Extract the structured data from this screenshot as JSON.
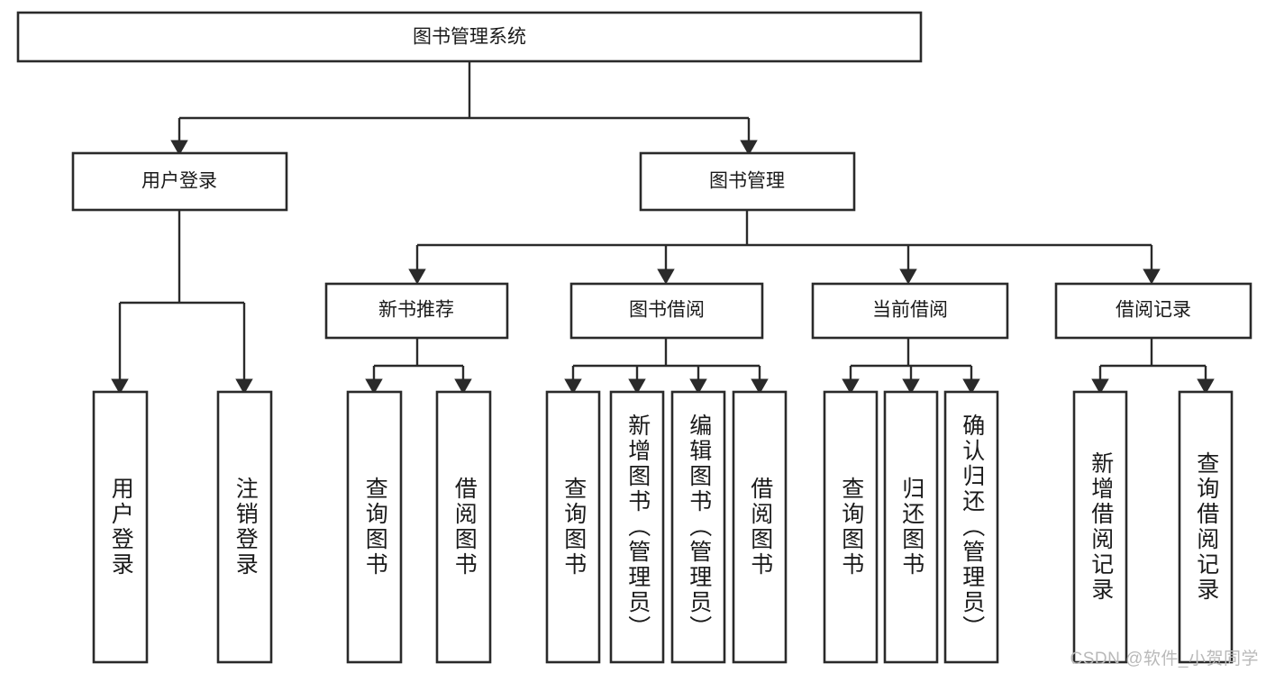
{
  "diagram": {
    "type": "tree",
    "title": "图书管理系统",
    "root": {
      "label": "图书管理系统"
    },
    "level1": [
      {
        "label": "用户登录"
      },
      {
        "label": "图书管理"
      }
    ],
    "level2": [
      {
        "label": "新书推荐",
        "parent": "图书管理"
      },
      {
        "label": "图书借阅",
        "parent": "图书管理"
      },
      {
        "label": "当前借阅",
        "parent": "图书管理"
      },
      {
        "label": "借阅记录",
        "parent": "图书管理"
      }
    ],
    "leaves": {
      "user_login": [
        {
          "label": "用户登录"
        },
        {
          "label": "注销登录"
        }
      ],
      "new_book_recommend": [
        {
          "label": "查询图书"
        },
        {
          "label": "借阅图书"
        }
      ],
      "book_borrow": [
        {
          "label": "查询图书"
        },
        {
          "label": "新增图书（管理员）"
        },
        {
          "label": "编辑图书（管理员）"
        },
        {
          "label": "借阅图书"
        }
      ],
      "current_borrow": [
        {
          "label": "查询图书"
        },
        {
          "label": "归还图书"
        },
        {
          "label": "确认归还（管理员）"
        }
      ],
      "borrow_record": [
        {
          "label": "新增借阅记录"
        },
        {
          "label": "查询借阅记录"
        }
      ]
    }
  },
  "watermark": {
    "text": "CSDN @软件_小贺同学"
  },
  "colors": {
    "box_stroke": "#2a2a2a",
    "box_fill": "#ffffff",
    "text": "#1a1a1a",
    "background": "#ffffff",
    "watermark": "#b9b9b9"
  }
}
